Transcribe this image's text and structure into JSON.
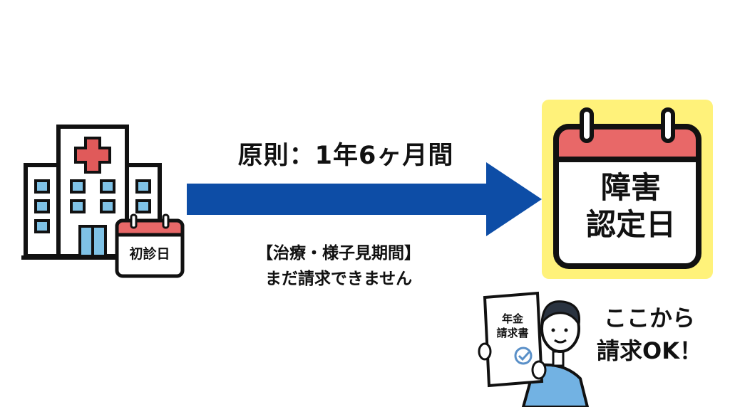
{
  "diagram": {
    "arrow_label": "原則：1年6ヶ月間",
    "note": {
      "line1": "【治療・様子見期間】",
      "line2": "まだ請求できません"
    },
    "start": {
      "icon": "hospital-icon",
      "label": "初診日"
    },
    "goal": {
      "icon": "calendar-icon",
      "line1": "障害",
      "line2": "認定日"
    },
    "claim": {
      "form_line1": "年金",
      "form_line2": "請求書",
      "message_line1": "ここから",
      "message_line2": "請求OK！"
    },
    "colors": {
      "arrow": "#0d4da6",
      "hospital_window": "#7fc2e6",
      "red_cross": "#e05a5a",
      "calendar_header": "#e86868",
      "highlight": "#fff27a",
      "shirt": "#72b2e3"
    }
  }
}
